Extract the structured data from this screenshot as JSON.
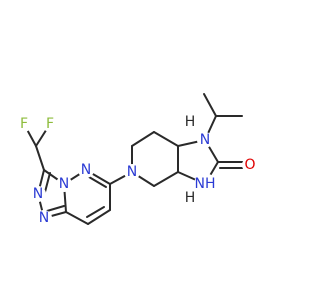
{
  "colors": {
    "carbon_bond": "#2a2a2a",
    "nitrogen": "#2b3bd4",
    "oxygen": "#e00000",
    "fluorine": "#8ebc3c"
  },
  "atoms": {
    "f1": "F",
    "f2": "F",
    "n_triazole_top": "N",
    "n_triazole_left": "N",
    "n_triazole_bottom": "N",
    "n_pyridazine_bridge": "N",
    "n_piperidine": "N",
    "n_imidazolidine_isopropyl": "N",
    "n_imidazolidine_nh": "NH",
    "o_carbonyl": "O",
    "h_stereo_top": "H",
    "h_stereo_bottom": "H"
  }
}
